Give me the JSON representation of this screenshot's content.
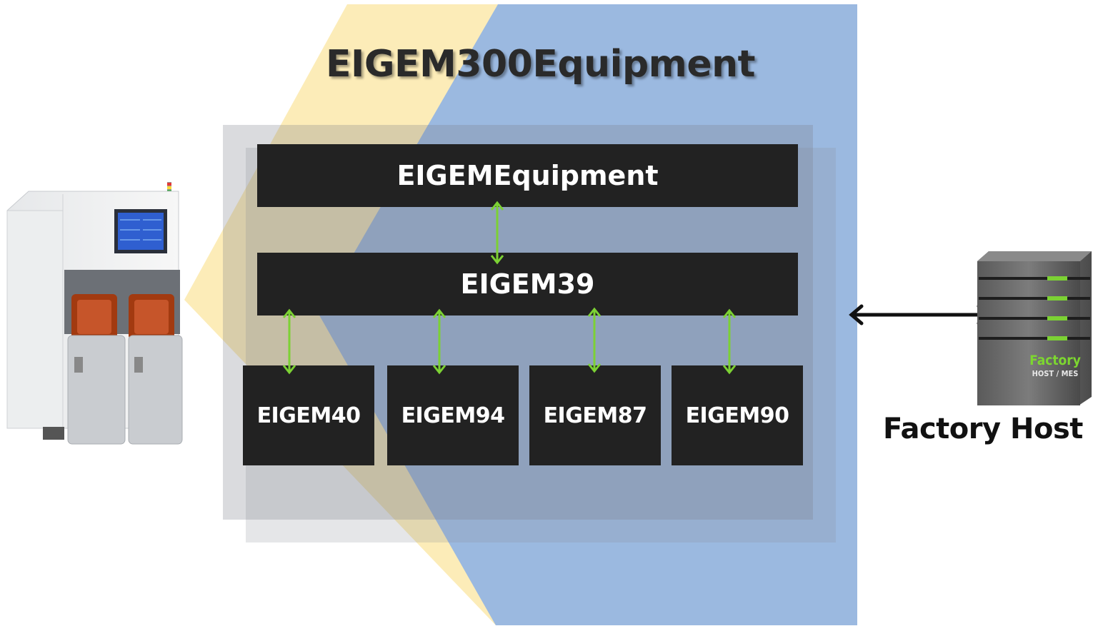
{
  "diagram": {
    "title": "EIGEM300Equipment",
    "top_layer": "EIGEMEquipment",
    "middle_layer": "EIGEM39",
    "modules": [
      "EIGEM40",
      "EIGEM94",
      "EIGEM87",
      "EIGEM90"
    ],
    "host_label": "Factory Host",
    "server_brand": "Factory",
    "server_subtitle": "HOST / MES"
  },
  "colors": {
    "yellow_band": "#fcecb8",
    "blue_band": "#9bb9e0",
    "block": "#222222",
    "connector": "#7cd134",
    "host_arrow": "#111111"
  }
}
